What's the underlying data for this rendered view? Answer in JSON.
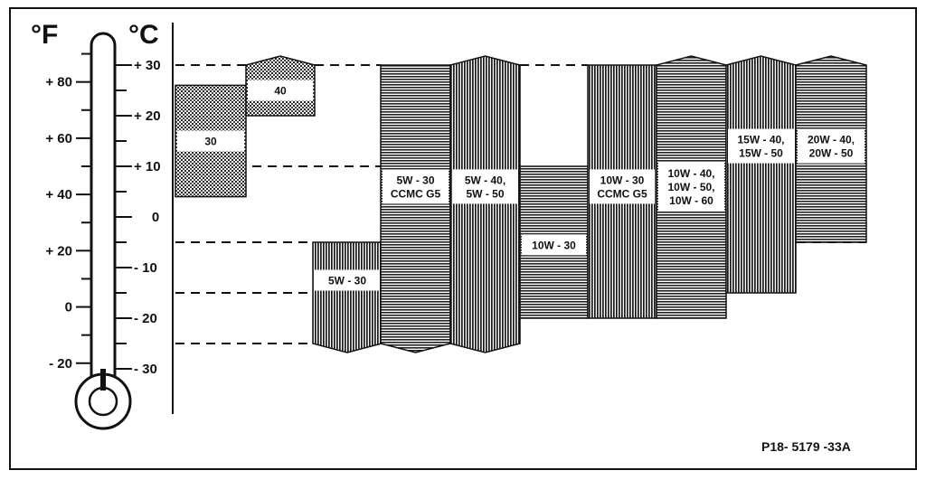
{
  "diagram": {
    "fahrenheit_unit": "°F",
    "celsius_unit": "°C",
    "fahrenheit_ticks": [
      {
        "label": "+ 80",
        "value": 80
      },
      {
        "label": "+ 60",
        "value": 60
      },
      {
        "label": "+ 40",
        "value": 40
      },
      {
        "label": "+ 20",
        "value": 20
      },
      {
        "label": "0",
        "value": 0
      },
      {
        "label": "- 20",
        "value": -20
      }
    ],
    "celsius_ticks": [
      {
        "label": "+ 30",
        "value": 30
      },
      {
        "label": "+ 20",
        "value": 20
      },
      {
        "label": "+ 10",
        "value": 10
      },
      {
        "label": "0",
        "value": 0
      },
      {
        "label": "- 10",
        "value": -10
      },
      {
        "label": "- 20",
        "value": -20
      },
      {
        "label": "- 30",
        "value": -30
      }
    ],
    "oil_grades": [
      {
        "lines": [
          "30"
        ],
        "min_c": 4,
        "max_c": 26,
        "pattern": "dots",
        "arrow_top": false,
        "arrow_bottom": false
      },
      {
        "lines": [
          "40"
        ],
        "min_c": 20,
        "max_c": 30,
        "pattern": "dots",
        "arrow_top": true,
        "arrow_bottom": false
      },
      {
        "lines": [
          "5W - 30"
        ],
        "min_c": -25,
        "max_c": -5,
        "pattern": "vlines",
        "arrow_top": false,
        "arrow_bottom": true
      },
      {
        "lines": [
          "5W - 30",
          "CCMC G5"
        ],
        "min_c": -25,
        "max_c": 30,
        "pattern": "hlines",
        "arrow_top": false,
        "arrow_bottom": true
      },
      {
        "lines": [
          "5W - 40,",
          "5W - 50"
        ],
        "min_c": -25,
        "max_c": 30,
        "pattern": "vlines",
        "arrow_top": true,
        "arrow_bottom": true
      },
      {
        "lines": [
          "10W - 30"
        ],
        "min_c": -20,
        "max_c": 10,
        "pattern": "hlines",
        "arrow_top": false,
        "arrow_bottom": false
      },
      {
        "lines": [
          "10W - 30",
          "CCMC G5"
        ],
        "min_c": -20,
        "max_c": 30,
        "pattern": "vlines",
        "arrow_top": false,
        "arrow_bottom": false
      },
      {
        "lines": [
          "10W - 40,",
          "10W - 50,",
          "10W - 60"
        ],
        "min_c": -20,
        "max_c": 30,
        "pattern": "hlines",
        "arrow_top": true,
        "arrow_bottom": false
      },
      {
        "lines": [
          "15W - 40,",
          "15W - 50"
        ],
        "min_c": -15,
        "max_c": 30,
        "pattern": "vlines",
        "arrow_top": true,
        "arrow_bottom": false
      },
      {
        "lines": [
          "20W - 40,",
          "20W - 50"
        ],
        "min_c": -5,
        "max_c": 30,
        "pattern": "hlines",
        "arrow_top": true,
        "arrow_bottom": false
      }
    ],
    "reference_lines_c": [
      30,
      10,
      -5,
      -15,
      -25
    ],
    "figure_code": "P18- 5179 -33A"
  }
}
